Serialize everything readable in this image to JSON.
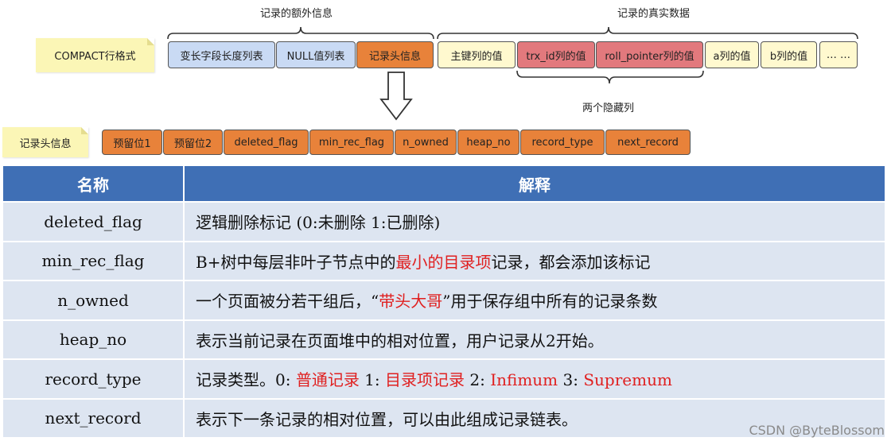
{
  "top": {
    "extra_info_label": "记录的额外信息",
    "real_data_label": "记录的真实数据",
    "compact_label": "COMPACT行格式",
    "compact_fields": [
      "变长字段长度列表",
      "NULL值列表",
      "记录头信息",
      "主键列的值",
      "trx_id列的值",
      "roll_pointer列的值",
      "a列的值",
      "b列的值",
      "… …"
    ],
    "hidden_label": "两个隐藏列"
  },
  "header": {
    "label": "记录头信息",
    "fields": [
      "预留位1",
      "预留位2",
      "deleted_flag",
      "min_rec_flag",
      "n_owned",
      "heap_no",
      "record_type",
      "next_record"
    ]
  },
  "table": {
    "headers": [
      "名称",
      "解释"
    ],
    "rows": [
      {
        "name": "deleted_flag",
        "parts": [
          {
            "t": "逻辑删除标记 (0:未删除 1:已删除)"
          }
        ]
      },
      {
        "name": "min_rec_flag",
        "parts": [
          {
            "t": "B+树中每层非叶子节点中的"
          },
          {
            "t": "最小的目录项",
            "hl": true
          },
          {
            "t": "记录，都会添加该标记"
          }
        ]
      },
      {
        "name": "n_owned",
        "parts": [
          {
            "t": "一个页面被分若干组后，“"
          },
          {
            "t": "带头大哥",
            "hl": true
          },
          {
            "t": "”用于保存组中所有的记录条数"
          }
        ]
      },
      {
        "name": "heap_no",
        "parts": [
          {
            "t": "表示当前记录在页面堆中的相对位置，用户记录从2开始。"
          }
        ]
      },
      {
        "name": "record_type",
        "parts": [
          {
            "t": "记录类型。0: "
          },
          {
            "t": "普通记录",
            "hl": true
          },
          {
            "t": " 1: "
          },
          {
            "t": "目录项记录",
            "hl": true
          },
          {
            "t": " 2: "
          },
          {
            "t": "Infimum",
            "hl": true
          },
          {
            "t": " 3: "
          },
          {
            "t": "Supremum",
            "hl": true
          }
        ]
      },
      {
        "name": "next_record",
        "parts": [
          {
            "t": "表示下一条记录的相对位置，可以由此组成记录链表。"
          }
        ]
      }
    ]
  },
  "watermark": "CSDN @ByteBlossom"
}
